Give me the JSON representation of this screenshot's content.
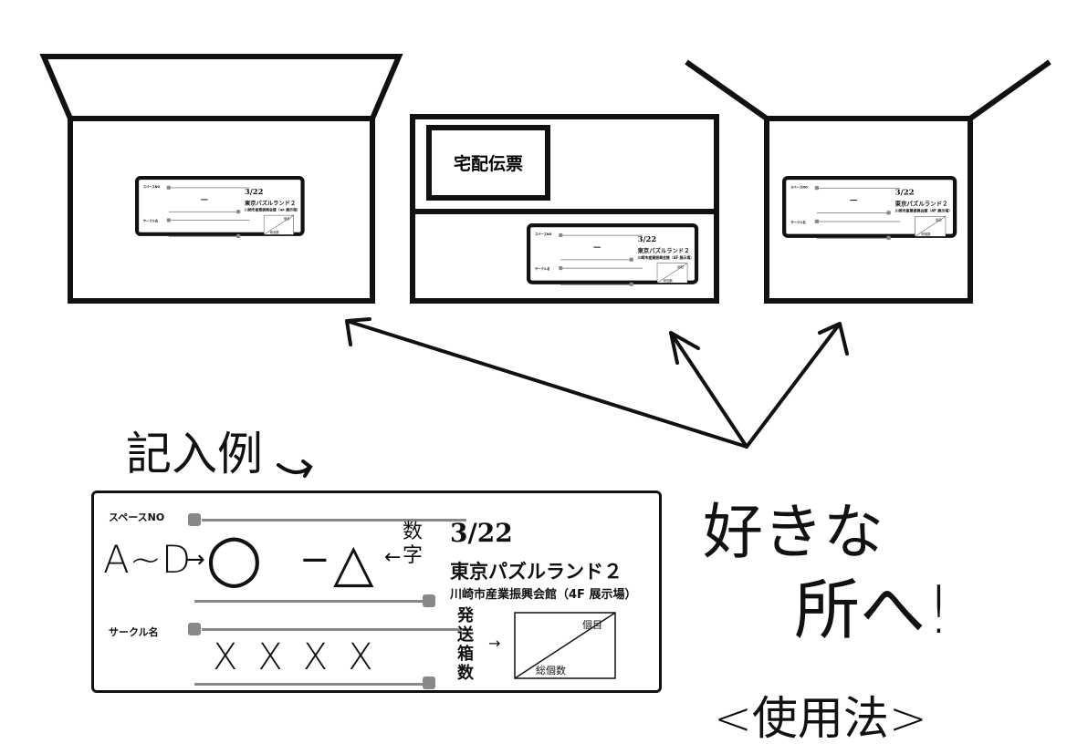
{
  "label": {
    "space_no": "スペースNO",
    "circle_name": "サークル名",
    "date": "3/22",
    "event": "東京パズルランド２",
    "venue": "川崎市産業振興会館（4F 展示場）",
    "dash": "−",
    "box_count_top": "個目",
    "box_count_bottom": "総個数"
  },
  "example": {
    "heading": "記入例",
    "space_prefix": "A~D",
    "circle_mark": "○",
    "triangle_mark": "△",
    "number_note": "数字",
    "circle_name_value": "XXXX",
    "box_note": "発送箱数"
  },
  "box2_slip": "宅配伝票",
  "caption_free": "好きな",
  "caption_place": "所へ!",
  "caption_usage": "<使用法>"
}
